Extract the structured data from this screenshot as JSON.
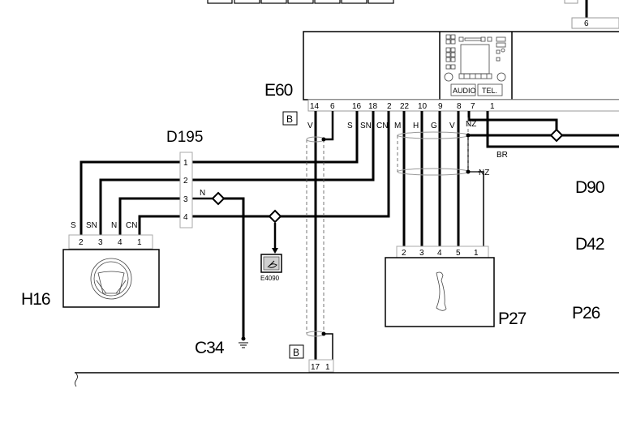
{
  "diagram": {
    "components": {
      "e60": {
        "id": "E60",
        "pins": [
          "14",
          "6",
          "16",
          "18",
          "2",
          "22",
          "10",
          "9",
          "8",
          "7",
          "1"
        ],
        "buttons": [
          "AUDIO",
          "TEL."
        ]
      },
      "d195": {
        "id": "D195",
        "pins": [
          "1",
          "2",
          "3",
          "4"
        ]
      },
      "h16": {
        "id": "H16",
        "pins": [
          "2",
          "3",
          "4",
          "1"
        ]
      },
      "p27": {
        "id": "P27",
        "pins": [
          "2",
          "3",
          "4",
          "5",
          "1"
        ]
      },
      "c34": {
        "id": "C34"
      },
      "d90": {
        "id": "D90"
      },
      "d42": {
        "id": "D42"
      },
      "p26": {
        "id": "P26"
      },
      "e4090": {
        "id": "E4090"
      },
      "bottom_connector": {
        "pins": [
          "17",
          "1"
        ]
      },
      "top_right_connector": {
        "pin": "6"
      }
    },
    "markers": {
      "b_top": "B",
      "b_bottom": "B"
    },
    "wire_labels": {
      "e60_v": "V",
      "e60_s": "S",
      "e60_sn": "SN",
      "e60_cn": "CN",
      "e60_m": "M",
      "e60_h": "H",
      "e60_g": "G",
      "e60_v2": "V",
      "e60_nz": "NZ",
      "br": "BR",
      "nz_shield": "NZ",
      "h16_s": "S",
      "h16_sn": "SN",
      "h16_n": "N",
      "h16_cn": "CN",
      "d195_n": "N"
    },
    "colors": {
      "line": "#000000",
      "connector_border": "#a0a0a0",
      "shield": "#888888"
    }
  }
}
